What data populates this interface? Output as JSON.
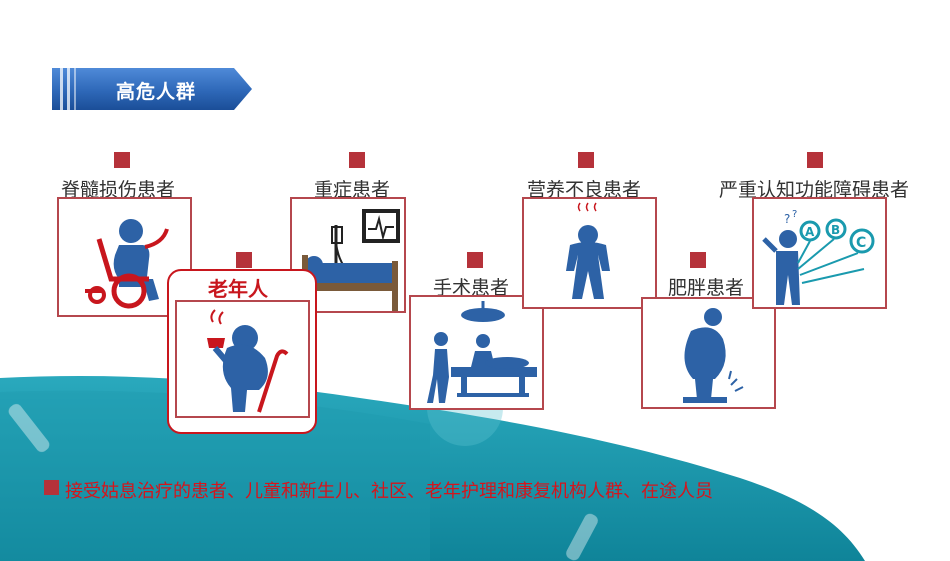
{
  "section_title": "高危人群",
  "groups": [
    {
      "id": "spinal",
      "label": "脊髓损伤患者",
      "icon": "wheelchair-patient-icon"
    },
    {
      "id": "elderly",
      "label": "老年人",
      "icon": "elderly-with-cane-icon"
    },
    {
      "id": "critical",
      "label": "重症患者",
      "icon": "hospital-bed-monitor-icon"
    },
    {
      "id": "surgery",
      "label": "手术患者",
      "icon": "operating-room-icon"
    },
    {
      "id": "malnutrition",
      "label": "营养不良患者",
      "icon": "exhausted-person-icon"
    },
    {
      "id": "obesity",
      "label": "肥胖患者",
      "icon": "obese-person-scale-icon"
    },
    {
      "id": "cognitive",
      "label": "严重认知功能障碍患者",
      "icon": "confused-person-abc-icon"
    }
  ],
  "footer_note": "接受姑息治疗的患者、儿童和新生儿、社区、老年护理和康复机构人群、在途人员",
  "colors": {
    "banner": "#2e68b8",
    "marker": "#b5323a",
    "card_border": "#b5474d",
    "highlight": "#c8161d",
    "footer_text": "#d4151c",
    "teal": "#1a9aae",
    "figure_blue": "#2d62a6"
  }
}
